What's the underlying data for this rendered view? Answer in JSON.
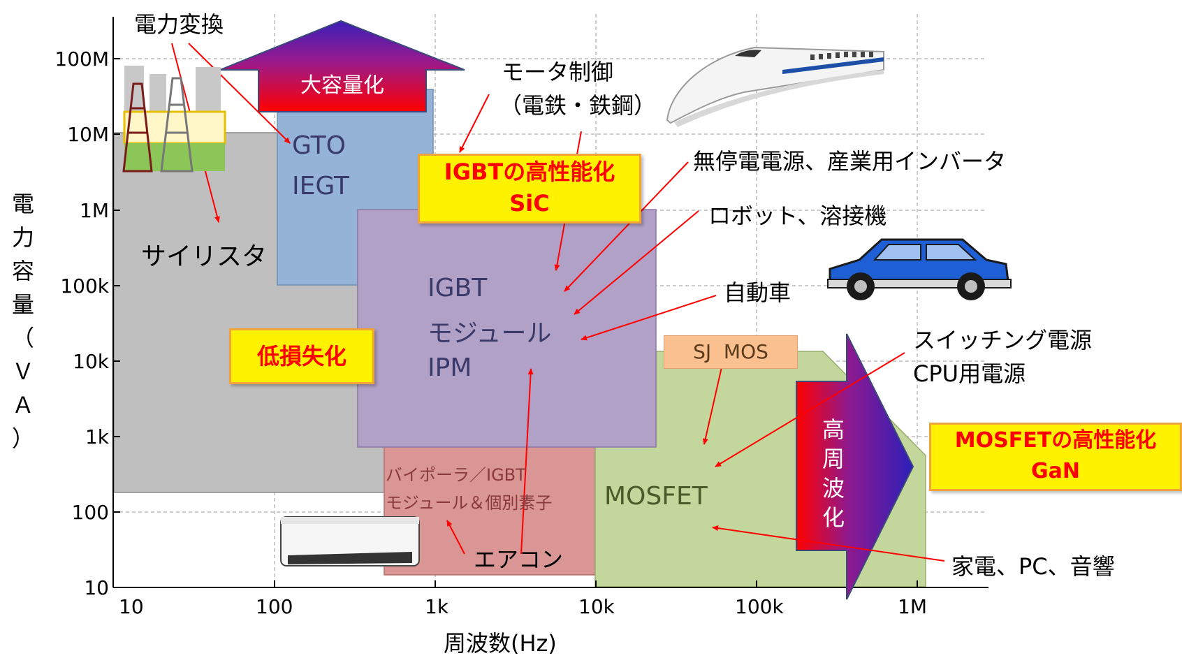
{
  "axes": {
    "x_title": "周波数(Hz)",
    "y_title_chars": [
      "電",
      "力",
      "容",
      "量",
      "（",
      "Ｖ",
      "Ａ",
      "）"
    ],
    "x_ticks": [
      "10",
      "100",
      "1k",
      "10k",
      "100k",
      "1M"
    ],
    "y_ticks": [
      "100M",
      "10M",
      "1M",
      "100k",
      "10k",
      "1k",
      "100",
      "10"
    ]
  },
  "regions": {
    "thyristor": "サイリスタ",
    "gto": [
      "GTO",
      "IEGT"
    ],
    "igbt": [
      "IGBT",
      "モジュール",
      "IPM"
    ],
    "bipolar": [
      "バイポーラ／IGBT",
      "モジュール＆個別素子"
    ],
    "sjmos": "SJ  MOS",
    "mosfet": "MOSFET"
  },
  "arrows": {
    "up": "大容量化",
    "right": [
      "高",
      "周",
      "波",
      "化"
    ]
  },
  "highlight_boxes": {
    "igbt_perf": [
      "IGBTの高性能化",
      "SiC"
    ],
    "low_loss": "低損失化",
    "mosfet_perf": [
      "MOSFETの高性能化",
      "GaN"
    ]
  },
  "applications": {
    "power_conversion": "電力変換",
    "motor_control": [
      "モータ制御",
      "（電鉄・鉄鋼）"
    ],
    "ups": "無停電電源、産業用インバータ",
    "robot": "ロボット、溶接機",
    "car": "自動車",
    "switching": [
      "スイッチング電源",
      "CPU用電源"
    ],
    "aircon": "エアコン",
    "home": "家電、PC、音響"
  },
  "colors": {
    "thyristor": "#bfbfbf",
    "gto": "#95b3d7",
    "igbt": "#b2a1c7",
    "bipolar": "#d99694",
    "mosfet": "#c3d69b",
    "sjmos": "#fac090",
    "arrow_red": "#ff0000",
    "highlight_fill": "#fff200",
    "highlight_text": "#ff0000"
  }
}
